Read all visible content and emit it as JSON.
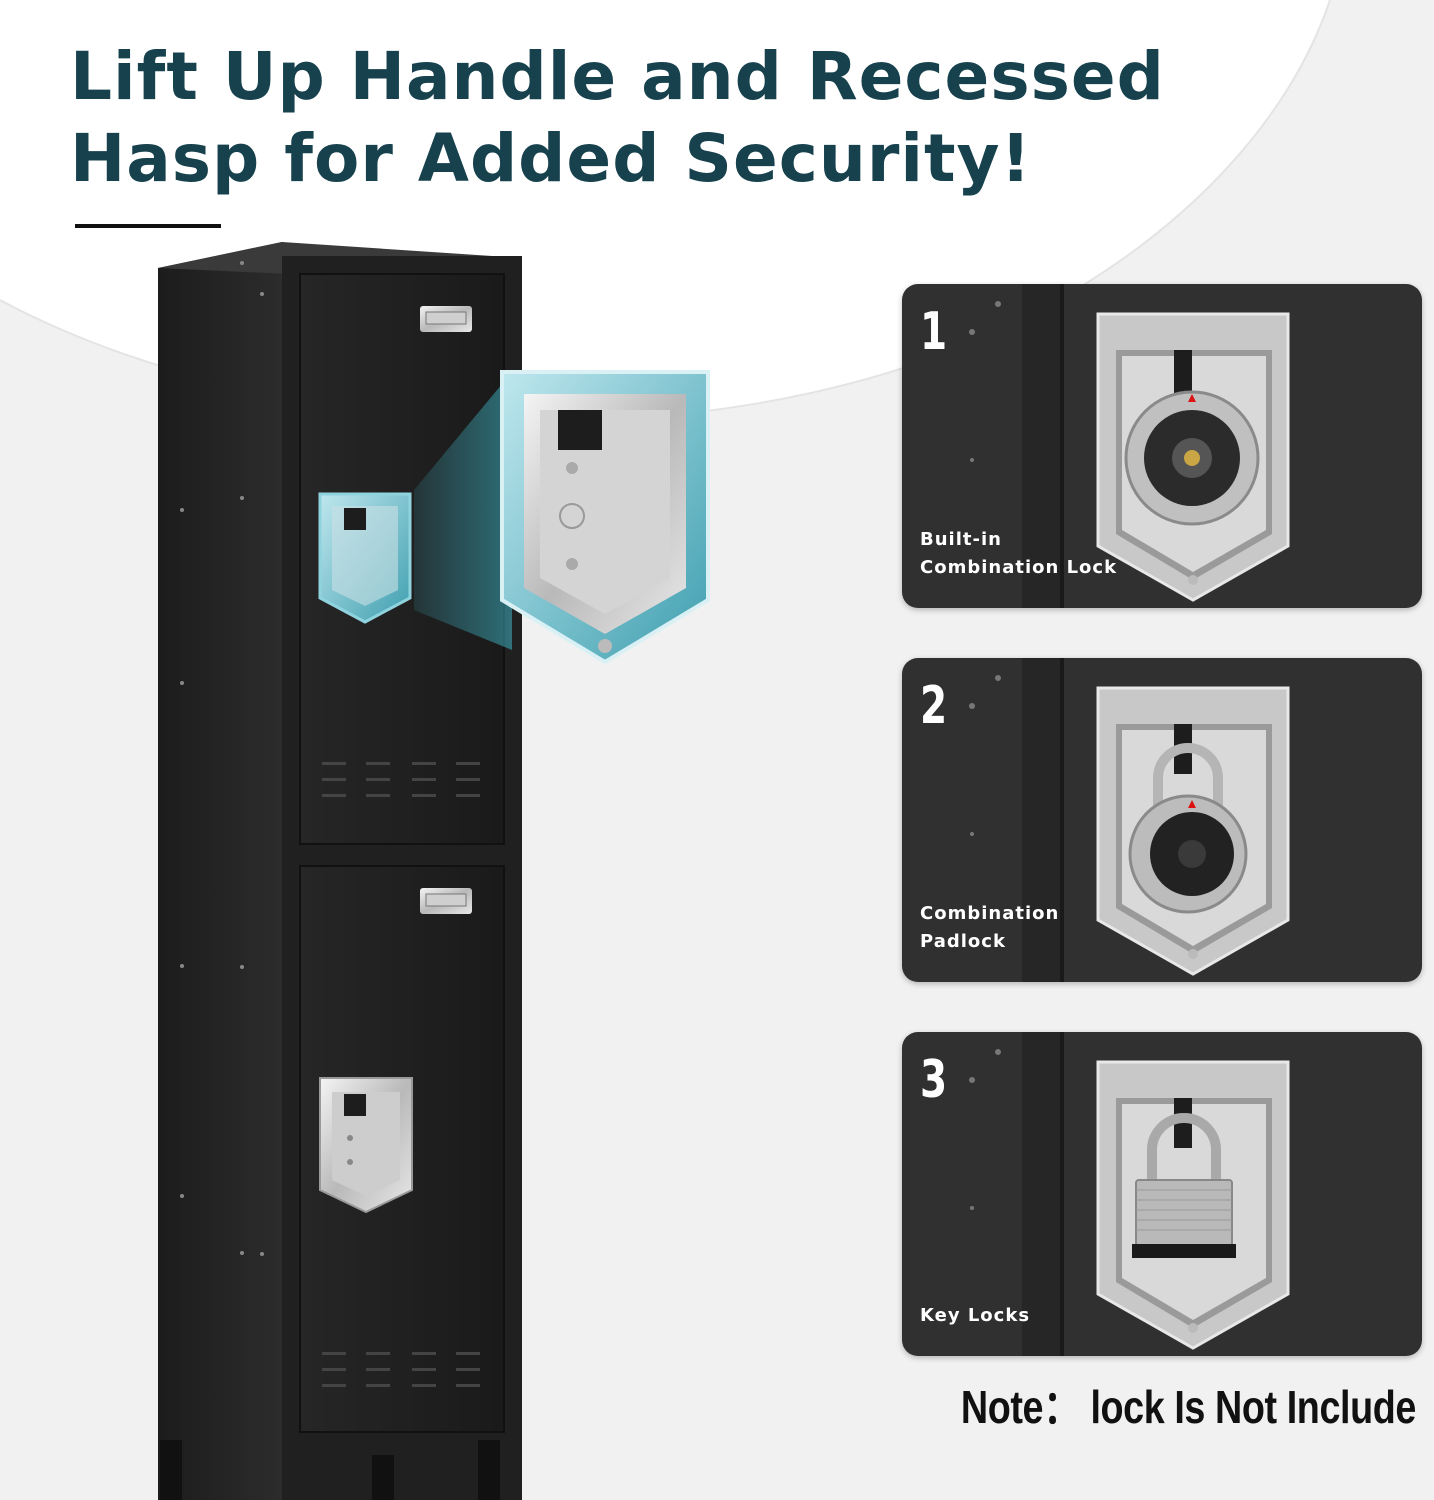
{
  "title": {
    "line1": "Lift Up Handle and Recessed",
    "line2": "Hasp for Added Security!"
  },
  "cards": [
    {
      "number": "1",
      "caption_line1": "Built-in",
      "caption_line2": "Combination Lock",
      "lock": "combination-lock-icon"
    },
    {
      "number": "2",
      "caption_line1": "Combination",
      "caption_line2": "Padlock",
      "lock": "combination-padlock-icon"
    },
    {
      "number": "3",
      "caption_line1": "Key Locks",
      "caption_line2": "",
      "lock": "key-padlock-icon"
    }
  ],
  "note": "Note：  lock Is Not Include",
  "colors": {
    "title": "#16414d",
    "locker": "#1e1e1e",
    "card": "#303030",
    "accent": "#3fb3c4"
  }
}
